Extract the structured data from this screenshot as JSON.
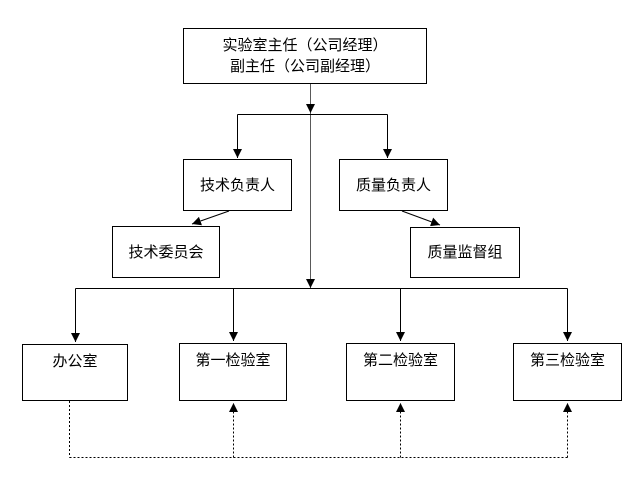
{
  "diagram": {
    "type": "org-chart",
    "background_color": "#ffffff",
    "line_color": "#000000",
    "trunk_line_color": "#595959",
    "text_color": "#000000",
    "nodes": {
      "director": {
        "line1": "实验室主任（公司经理）",
        "line2": "副主任（公司副经理）"
      },
      "technical_manager": {
        "label": "技术负责人"
      },
      "quality_manager": {
        "label": "质量负责人"
      },
      "technical_committee": {
        "label": "技术委员会"
      },
      "quality_supervision": {
        "label": "质量监督组"
      },
      "office": {
        "label": "办公室"
      },
      "lab1": {
        "label": "第一检验室"
      },
      "lab2": {
        "label": "第二检验室"
      },
      "lab3": {
        "label": "第三检验室"
      }
    },
    "edges": [
      {
        "from": "director",
        "to": "technical_manager",
        "style": "solid-arrow"
      },
      {
        "from": "director",
        "to": "quality_manager",
        "style": "solid-arrow"
      },
      {
        "from": "technical_manager",
        "to": "technical_committee",
        "style": "solid-arrow-diagonal"
      },
      {
        "from": "quality_manager",
        "to": "quality_supervision",
        "style": "solid-arrow-diagonal"
      },
      {
        "from": "director",
        "to": "office",
        "style": "solid-arrow"
      },
      {
        "from": "director",
        "to": "lab1",
        "style": "solid-arrow"
      },
      {
        "from": "director",
        "to": "lab2",
        "style": "solid-arrow"
      },
      {
        "from": "director",
        "to": "lab3",
        "style": "solid-arrow"
      },
      {
        "from": "office",
        "to": "lab1",
        "style": "dotted-arrow"
      },
      {
        "from": "office",
        "to": "lab2",
        "style": "dotted-arrow"
      },
      {
        "from": "office",
        "to": "lab3",
        "style": "dotted-arrow"
      }
    ]
  }
}
